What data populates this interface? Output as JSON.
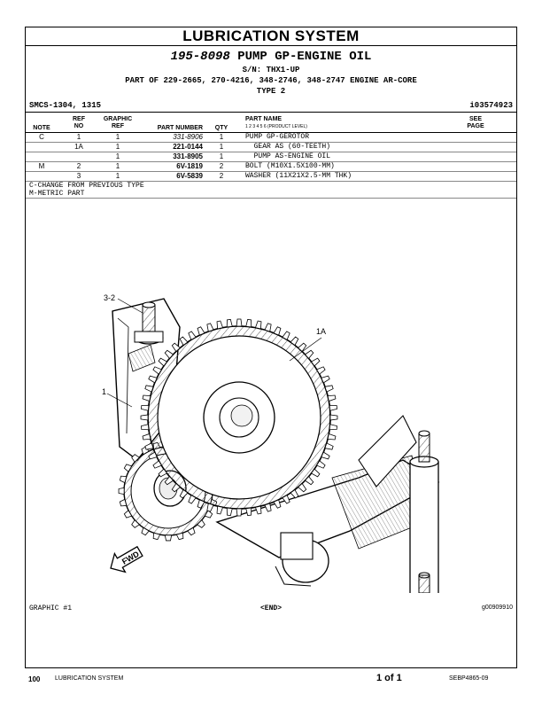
{
  "section_title": "LUBRICATION SYSTEM",
  "part_title": {
    "number": "195-8098",
    "name": "PUMP GP-ENGINE OIL"
  },
  "serial": "S/N: THX1-UP",
  "part_of": "PART OF 229-2665, 270-4216, 348-2746, 348-2747 ENGINE AR-CORE",
  "type": "TYPE 2",
  "smcs": "SMCS-1304, 1315",
  "illustration_id": "i03574923",
  "headers": {
    "note": "NOTE",
    "ref_no_1": "REF",
    "ref_no_2": "NO",
    "graphic_ref_1": "GRAPHIC",
    "graphic_ref_2": "REF",
    "part_number": "PART NUMBER",
    "qty": "QTY",
    "part_name": "PART NAME",
    "product_level": "1 2 3 4 5 6 (PRODUCT LEVEL)",
    "see_page_1": "SEE",
    "see_page_2": "PAGE"
  },
  "rows": [
    {
      "note": "C",
      "ref": "1",
      "graphic_ref": "1",
      "part_number": "331-8906",
      "qty": "1",
      "part_name": "PUMP GP-GEROTOR"
    },
    {
      "note": "",
      "ref": "1A",
      "graphic_ref": "1",
      "part_number": "221-0144",
      "qty": "1",
      "part_name": "  GEAR AS (60-TEETH)"
    },
    {
      "note": "",
      "ref": "",
      "graphic_ref": "1",
      "part_number": "331-8905",
      "qty": "1",
      "part_name": "  PUMP AS-ENGINE OIL"
    },
    {
      "note": "M",
      "ref": "2",
      "graphic_ref": "1",
      "part_number": "6V-1819",
      "qty": "2",
      "part_name": "BOLT (M10X1.5X100-MM)"
    },
    {
      "note": "",
      "ref": "3",
      "graphic_ref": "1",
      "part_number": "6V-5839",
      "qty": "2",
      "part_name": "WASHER (11X21X2.5-MM THK)"
    }
  ],
  "notes": [
    "C-CHANGE FROM PREVIOUS TYPE",
    "M-METRIC PART"
  ],
  "callouts": {
    "c1": "1",
    "c1a": "1A",
    "c32": "3-2",
    "fwd": "FWD"
  },
  "graphic_label": "GRAPHIC #1",
  "end_marker": "<END>",
  "graphic_id": "g00909910",
  "footer": {
    "page_number": "100",
    "section": "LUBRICATION SYSTEM",
    "page_of": "1 of 1",
    "doc_id": "SEBP4865-09"
  }
}
